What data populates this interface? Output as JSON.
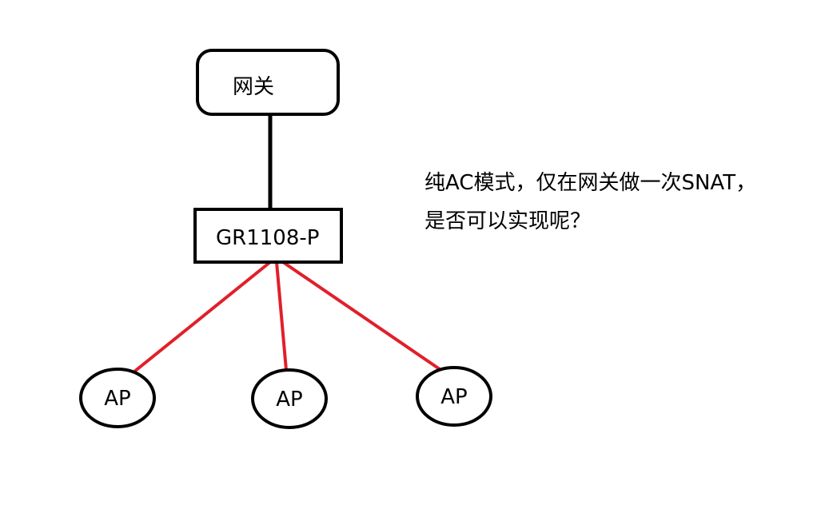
{
  "diagram": {
    "gateway_label": "网关",
    "router_label": "GR1108-P",
    "ap_labels": [
      "AP",
      "AP",
      "AP"
    ],
    "question_lines": [
      "纯AC模式，仅在网关做一次SNAT，",
      "是否可以实现呢？"
    ]
  },
  "colors": {
    "outline": "#000000",
    "uplink": "#000000",
    "ap_links": "#e0202a",
    "background": "#ffffff"
  }
}
